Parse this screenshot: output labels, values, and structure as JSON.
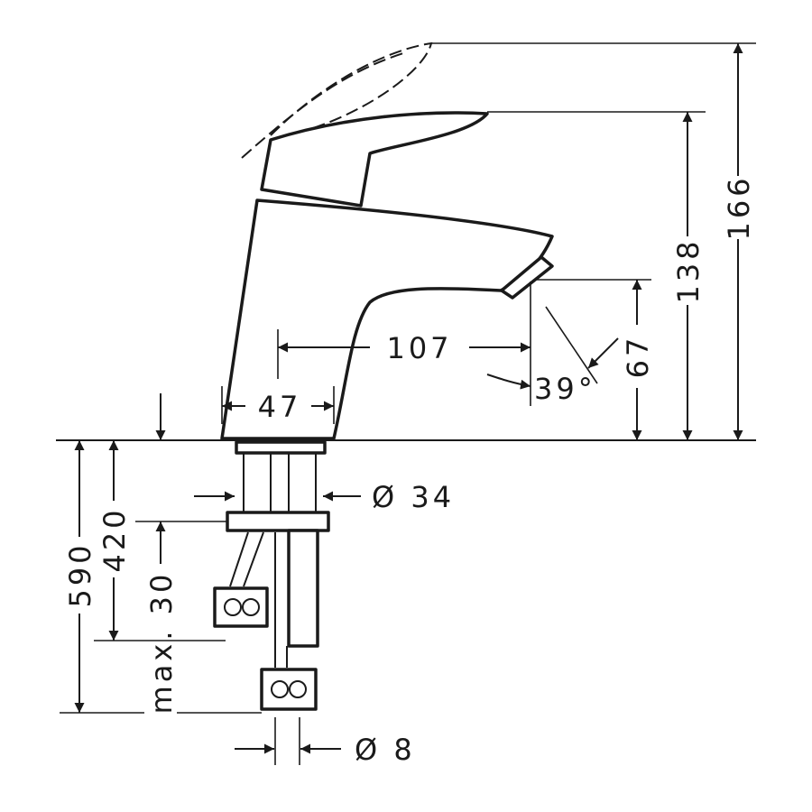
{
  "drawing": {
    "title": "Basin mixer dimension drawing",
    "dimensions": {
      "total_height": "166",
      "handle_height": "138",
      "spout_height": "67",
      "spout_projection": "107",
      "spout_angle": "39°",
      "base_width": "47",
      "shank_diameter": "Ø 34",
      "hose_length": "590",
      "hose_length_short": "420",
      "max_thickness": "max. 30",
      "hose_diameter": "Ø 8"
    }
  }
}
